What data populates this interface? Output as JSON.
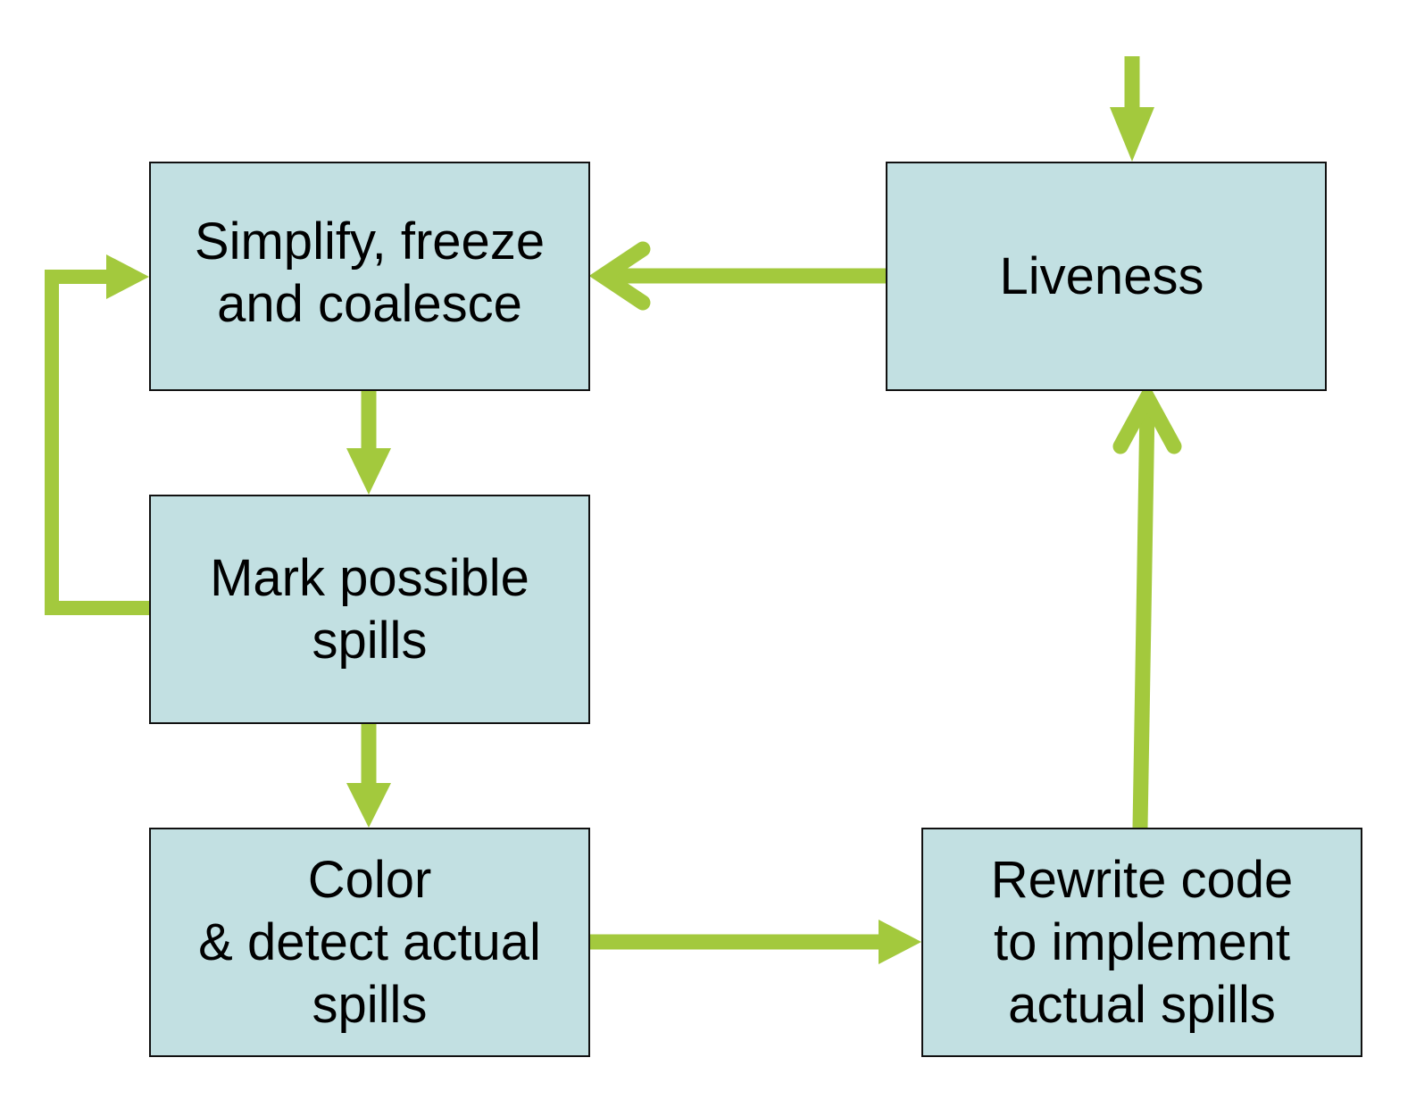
{
  "diagram": {
    "type": "flowchart",
    "colors": {
      "box_fill": "#C2E0E2",
      "box_border": "#111111",
      "arrow": "#A3C93D",
      "text": "#000000"
    },
    "nodes": [
      {
        "id": "simplify",
        "label": "Simplify, freeze\nand coalesce"
      },
      {
        "id": "liveness",
        "label": "Liveness"
      },
      {
        "id": "mark",
        "label": "Mark possible\nspills"
      },
      {
        "id": "color",
        "label": "Color\n& detect actual\nspills"
      },
      {
        "id": "rewrite",
        "label": "Rewrite code\nto implement\nactual spills"
      }
    ],
    "edges": [
      {
        "from": "start",
        "to": "liveness"
      },
      {
        "from": "liveness",
        "to": "simplify"
      },
      {
        "from": "simplify",
        "to": "mark"
      },
      {
        "from": "mark",
        "to": "simplify"
      },
      {
        "from": "mark",
        "to": "color"
      },
      {
        "from": "color",
        "to": "rewrite"
      },
      {
        "from": "rewrite",
        "to": "liveness"
      }
    ]
  }
}
